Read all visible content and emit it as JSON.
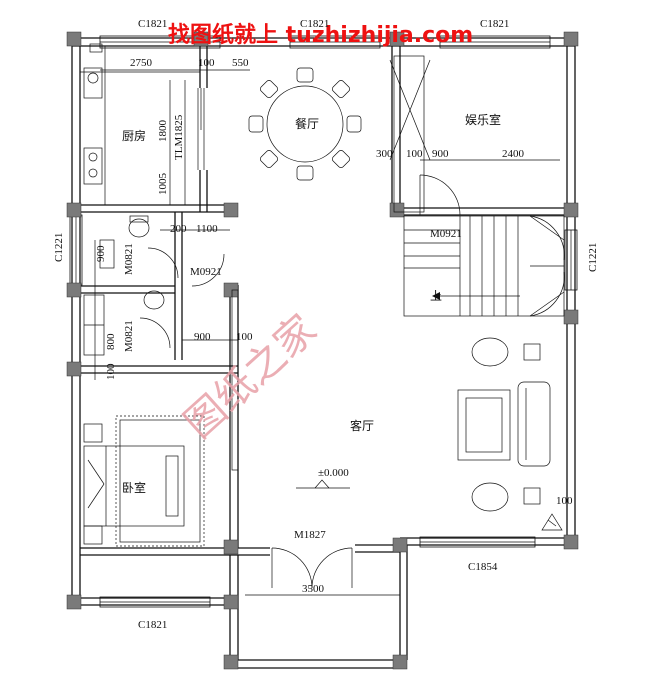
{
  "watermark": {
    "top": "找图纸就上 tuzhizhijia.com",
    "diagonal": "图纸之家",
    "colors": {
      "top": "#ee1111",
      "diagonal": "#e8a0a8"
    }
  },
  "rooms": {
    "kitchen": "厨房",
    "dining": "餐厅",
    "entertainment": "娱乐室",
    "living": "客厅",
    "bedroom": "卧室"
  },
  "windows": {
    "top_left": "C1821",
    "top_mid": "C1821",
    "top_right": "C1821",
    "left": "C1221",
    "right": "C1221",
    "bottom_left": "C1821",
    "bottom_right": "C1854"
  },
  "doors": {
    "kitchen_door": "TLM1825",
    "stair_door": "M0921",
    "hall_door": "M0921",
    "bath_door_1": "M0821",
    "bath_door_2": "M0821",
    "entrance": "M1827"
  },
  "dimensions": {
    "kitchen_width": "2750",
    "kitchen_wall_a": "100",
    "kitchen_wall_b": "550",
    "kitchen_h1": "1800",
    "kitchen_h2": "1005",
    "ent_w1": "300",
    "ent_w2": "100",
    "ent_w3": "900",
    "ent_w4": "2400",
    "hall_w1": "200",
    "hall_w2": "1100",
    "bath_h1": "900",
    "bath_w1": "900",
    "bath_w2": "100",
    "bath_v1": "800",
    "bath_v2": "100",
    "porch_w": "3500",
    "right_gap": "100"
  },
  "stairs": {
    "up_label": "上"
  },
  "elevation": "±0.000"
}
